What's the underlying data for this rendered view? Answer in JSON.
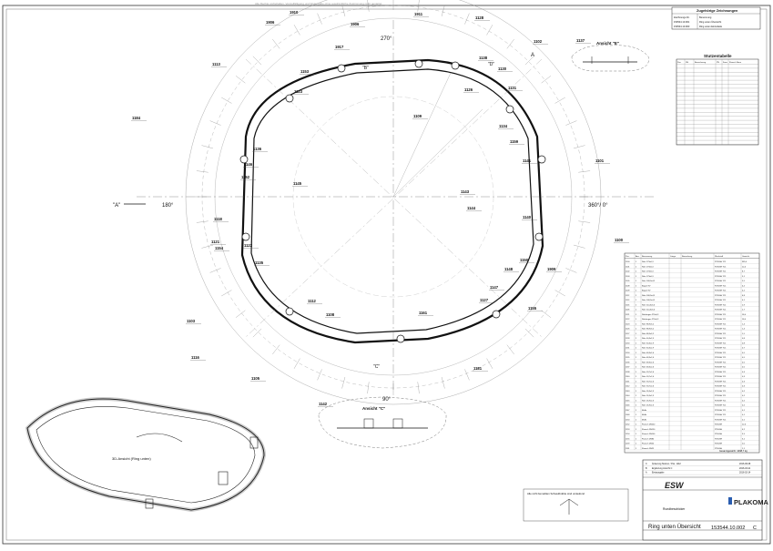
{
  "top_note": "Alle Rechte vorbehalten. Vervielfältigung und Weitergabe ohne ausdrückliche Zustimmung nicht gestattet",
  "drawing": {
    "angle_labels": {
      "top": "270°",
      "left": "180°",
      "right": "360°/ 0°",
      "bottom": "90°"
    },
    "view_labels": {
      "a_left": "\"A\"",
      "a_right": "A",
      "b": "\"B\"",
      "c": "\"C\"",
      "d": "\"D\""
    },
    "ansicht_e": "Ansicht \"E\"",
    "ansicht_c": "Ansicht \"C\"",
    "view3d_label": "3D-Ansicht (Ring unten)",
    "callouts": [
      {
        "id": "1910",
        "t": "1910"
      },
      {
        "id": "1911",
        "t": "1911"
      },
      {
        "id": "1906",
        "t": "1906"
      },
      {
        "id": "1128",
        "t": "1128"
      },
      {
        "id": "1102",
        "t": "1102"
      },
      {
        "id": "1137",
        "t": "1137"
      },
      {
        "id": "1113",
        "t": "1113"
      },
      {
        "id": "1153",
        "t": "1153"
      },
      {
        "id": "1184",
        "t": "1184"
      },
      {
        "id": "1136",
        "t": "1136"
      },
      {
        "id": "1146",
        "t": "1146"
      },
      {
        "id": "1152",
        "t": "1152"
      },
      {
        "id": "1145",
        "t": "1145"
      },
      {
        "id": "1118",
        "t": "1118"
      },
      {
        "id": "1121",
        "t": "1121"
      },
      {
        "id": "1154",
        "t": "1154"
      },
      {
        "id": "1122",
        "t": "1122"
      },
      {
        "id": "1135",
        "t": "1135"
      },
      {
        "id": "1112",
        "t": "1112"
      },
      {
        "id": "1108",
        "t": "1108"
      },
      {
        "id": "1103",
        "t": "1103"
      },
      {
        "id": "1116",
        "t": "1116"
      },
      {
        "id": "1105",
        "t": "1105"
      },
      {
        "id": "1142",
        "t": "1142"
      },
      {
        "id": "1161",
        "t": "1161"
      },
      {
        "id": "1127",
        "t": "1127"
      },
      {
        "id": "1147",
        "t": "1147"
      },
      {
        "id": "1148",
        "t": "1148"
      },
      {
        "id": "1150",
        "t": "1150"
      },
      {
        "id": "1140",
        "t": "1140"
      },
      {
        "id": "1144",
        "t": "1144"
      },
      {
        "id": "1143",
        "t": "1143"
      },
      {
        "id": "1141",
        "t": "1141"
      },
      {
        "id": "1101",
        "t": "1101"
      },
      {
        "id": "1100",
        "t": "1100"
      },
      {
        "id": "1159",
        "t": "1159"
      },
      {
        "id": "1138",
        "t": "1138"
      },
      {
        "id": "1130",
        "t": "1130"
      },
      {
        "id": "1131",
        "t": "1131"
      },
      {
        "id": "1126",
        "t": "1126"
      },
      {
        "id": "1109",
        "t": "1109"
      },
      {
        "id": "1181",
        "t": "1181"
      },
      {
        "id": "1155",
        "t": "1155"
      },
      {
        "id": "1917",
        "t": "1917"
      },
      {
        "id": "1909",
        "t": "1909"
      },
      {
        "id": "1123",
        "t": "1123"
      },
      {
        "id": "1906b",
        "t": "1906"
      },
      {
        "id": "1134",
        "t": "1134"
      }
    ]
  },
  "ref_table": {
    "title": "Zugehörige Zeichnungen",
    "rows": [
      [
        "Zeichnungs-Nr.",
        "Benennung"
      ],
      [
        "153544.10.001",
        "Ring unten Übersicht"
      ],
      [
        "153544.10.003",
        "Ring unten Einzelteile"
      ]
    ]
  },
  "stutzen_table": {
    "title": "Stutzentabelle",
    "headers": [
      "Pos.",
      "DN",
      "Bezeichnung",
      "PN",
      "Form",
      "Flansch Norm"
    ],
    "row_count": 20
  },
  "parts_table": {
    "headers": [
      "Pos.",
      "Anz.",
      "Benennung",
      "Länge",
      "Bemerkung",
      "Werkstoff",
      "Gewicht"
    ],
    "rows": [
      [
        "1100",
        "1",
        "Rohr 273x6,3",
        "",
        "",
        "P235GH TC1",
        "385,0"
      ],
      [
        "1101",
        "1",
        "Rohr 273x6,3",
        "",
        "",
        "P235GH TC1",
        "12,4"
      ],
      [
        "1102",
        "1",
        "Rohr 273x6,3",
        "",
        "",
        "P235GH TC1",
        "8,7"
      ],
      [
        "1103",
        "1",
        "Rohr 273x6,3",
        "",
        "",
        "P235GH TC1",
        "9,1"
      ],
      [
        "1105",
        "1",
        "Rohr 168,3x4,5",
        "",
        "",
        "P235GH TC1",
        "5,5"
      ],
      [
        "1108",
        "1",
        "Bogen 90°",
        "",
        "",
        "P235GH TC1",
        "4,2"
      ],
      [
        "1109",
        "1",
        "Bogen 90°",
        "",
        "",
        "P235GH TC1",
        "4,2"
      ],
      [
        "1112",
        "1",
        "Rohr 168,3x4,5",
        "",
        "",
        "P235GH TC1",
        "6,8"
      ],
      [
        "1113",
        "1",
        "Rohr 168,3x4,5",
        "",
        "",
        "P235GH TC1",
        "6,1"
      ],
      [
        "1116",
        "1",
        "Rohr 114,3x3,6",
        "",
        "",
        "P235GH TC1",
        "2,9"
      ],
      [
        "1118",
        "1",
        "Rohr 114,3x3,6",
        "",
        "",
        "P235GH TC1",
        "2,7"
      ],
      [
        "1121",
        "1",
        "Rohrbogen 273x6,3",
        "",
        "",
        "P235GH TC1",
        "18,0"
      ],
      [
        "1122",
        "1",
        "Rohrbogen 273x6,3",
        "",
        "",
        "P235GH TC1",
        "18,0"
      ],
      [
        "1123",
        "1",
        "Rohr 88,9x3,2",
        "",
        "",
        "P235GH TC1",
        "1,4"
      ],
      [
        "1126",
        "1",
        "Rohr 88,9x3,2",
        "",
        "",
        "P235GH TC1",
        "1,4"
      ],
      [
        "1127",
        "1",
        "Rohr 88,9x3,2",
        "",
        "",
        "P235GH TC1",
        "1,5"
      ],
      [
        "1128",
        "1",
        "Rohr 60,3x2,9",
        "",
        "",
        "P235GH TC1",
        "0,8"
      ],
      [
        "1130",
        "1",
        "Rohr 60,3x2,9",
        "",
        "",
        "P235GH TC1",
        "0,8"
      ],
      [
        "1131",
        "1",
        "Rohr 60,3x2,9",
        "",
        "",
        "P235GH TC1",
        "0,7"
      ],
      [
        "1134",
        "1",
        "Rohr 48,3x2,6",
        "",
        "",
        "P235GH TC1",
        "0,5"
      ],
      [
        "1135",
        "1",
        "Rohr 48,3x2,6",
        "",
        "",
        "P235GH TC1",
        "0,5"
      ],
      [
        "1136",
        "1",
        "Rohr 48,3x2,6",
        "",
        "",
        "P235GH TC1",
        "0,5"
      ],
      [
        "1137",
        "1",
        "Rohr 48,3x2,6",
        "",
        "",
        "P235GH TC1",
        "0,5"
      ],
      [
        "1138",
        "1",
        "Rohr 33,7x2,6",
        "",
        "",
        "P235GH TC1",
        "0,3"
      ],
      [
        "1140",
        "1",
        "Rohr 33,7x2,6",
        "",
        "",
        "P235GH TC1",
        "0,3"
      ],
      [
        "1141",
        "1",
        "Rohr 33,7x2,6",
        "",
        "",
        "P235GH TC1",
        "0,3"
      ],
      [
        "1142",
        "1",
        "Rohr 33,7x2,6",
        "",
        "",
        "P235GH TC1",
        "0,3"
      ],
      [
        "1143",
        "1",
        "Rohr 26,9x2,3",
        "",
        "",
        "P235GH TC1",
        "0,2"
      ],
      [
        "1144",
        "1",
        "Rohr 26,9x2,3",
        "",
        "",
        "P235GH TC1",
        "0,2"
      ],
      [
        "1145",
        "1",
        "Rohr 26,9x2,3",
        "",
        "",
        "P235GH TC1",
        "0,2"
      ],
      [
        "1146",
        "1",
        "Rohr 26,9x2,3",
        "",
        "",
        "P235GH TC1",
        "0,2"
      ],
      [
        "1147",
        "1",
        "Muffe",
        "",
        "",
        "P235GH TC1",
        "0,1"
      ],
      [
        "1148",
        "1",
        "Muffe",
        "",
        "",
        "P235GH TC1",
        "0,1"
      ],
      [
        "1150",
        "1",
        "Muffe",
        "",
        "",
        "P235GH TC1",
        "0,1"
      ],
      [
        "1152",
        "1",
        "Flansch DN250",
        "",
        "",
        "P250GH",
        "12,6"
      ],
      [
        "1153",
        "1",
        "Flansch DN150",
        "",
        "",
        "P250GH",
        "6,2"
      ],
      [
        "1154",
        "1",
        "Flansch DN100",
        "",
        "",
        "P250GH",
        "3,9"
      ],
      [
        "1155",
        "1",
        "Flansch DN80",
        "",
        "",
        "P250GH",
        "3,1"
      ],
      [
        "1159",
        "1",
        "Flansch DN50",
        "",
        "",
        "P250GH",
        "2,0"
      ],
      [
        "1161",
        "1",
        "Flansch DN25",
        "",
        "",
        "P250GH",
        "1,1"
      ]
    ],
    "total": "Gesamtgewicht: 1098,7 kg"
  },
  "title_block": {
    "logo_left": "ESW",
    "logo_right": "PLAKOMA",
    "note": "Alle nicht bemaßten Schweißnähte sind umlaufend",
    "title": "Ring unten Übersicht",
    "drawing_no": "153544.10.002",
    "rev": "C",
    "project": "Rundbeschicker",
    "revisions": [
      [
        "C",
        "Änderung Stutzen / Pos. 1142",
        "2016-06-08"
      ],
      [
        "B",
        "Ergänzung Ansicht C",
        "2016-03-21"
      ],
      [
        "A",
        "Erstausgabe",
        "2016-02-14"
      ]
    ]
  }
}
